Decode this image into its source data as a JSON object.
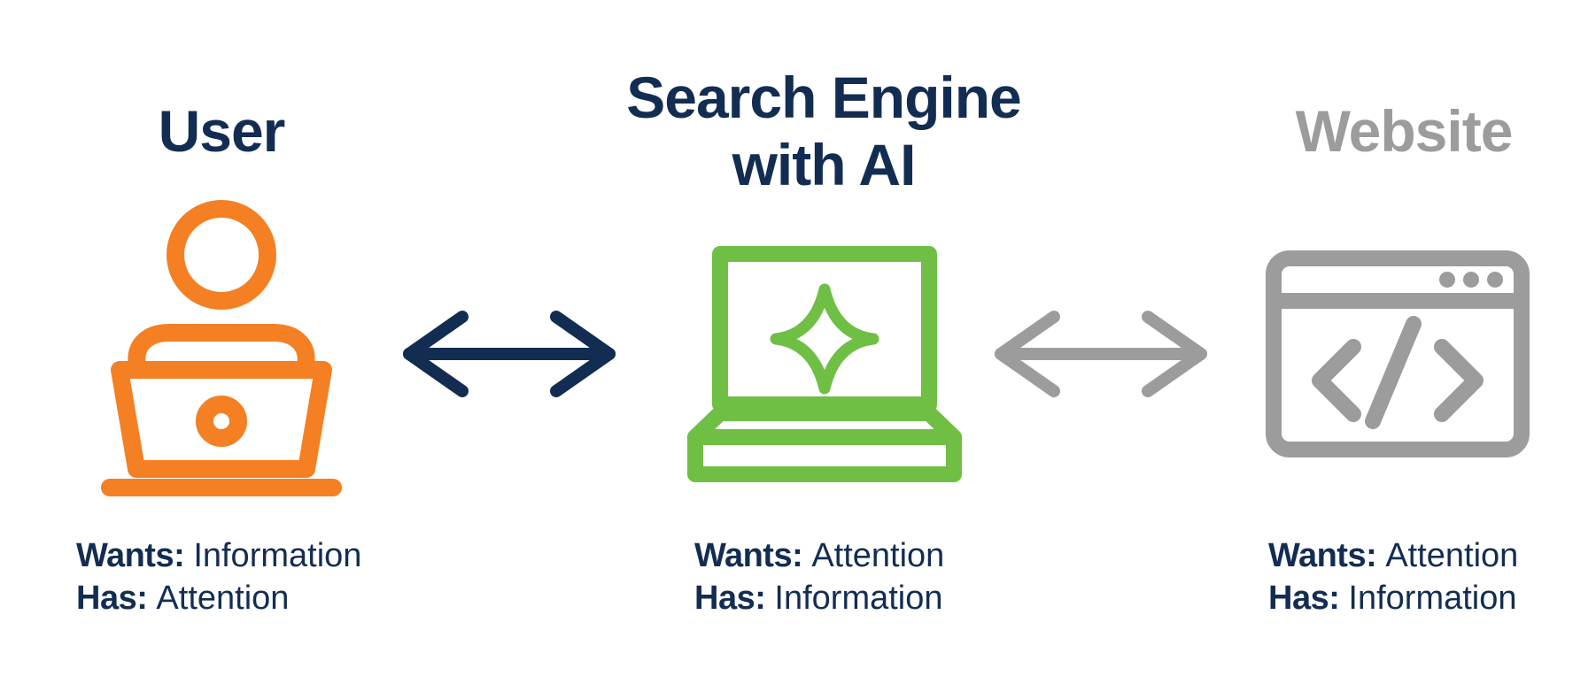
{
  "nodes": [
    {
      "id": "user",
      "title": "User",
      "icon": "user-at-laptop-icon",
      "wants_label": "Wants:",
      "wants_value": "Information",
      "has_label": "Has:",
      "has_value": "Attention"
    },
    {
      "id": "engine",
      "title_line1": "Search Engine",
      "title_line2": "with AI",
      "icon": "laptop-ai-sparkle-icon",
      "wants_label": "Wants:",
      "wants_value": "Attention",
      "has_label": "Has:",
      "has_value": "Information"
    },
    {
      "id": "website",
      "title": "Website",
      "icon": "browser-code-icon",
      "wants_label": "Wants:",
      "wants_value": "Attention",
      "has_label": "Has:",
      "has_value": "Information"
    }
  ],
  "connections": [
    {
      "from": "user",
      "to": "engine",
      "type": "bidirectional",
      "icon": "double-arrow-icon"
    },
    {
      "from": "engine",
      "to": "website",
      "type": "bidirectional",
      "icon": "double-arrow-icon"
    }
  ],
  "colors": {
    "navy": "#132d52",
    "orange": "#f48023",
    "green": "#6fbf44",
    "gray": "#9c9c9c",
    "background": "#ffffff"
  }
}
